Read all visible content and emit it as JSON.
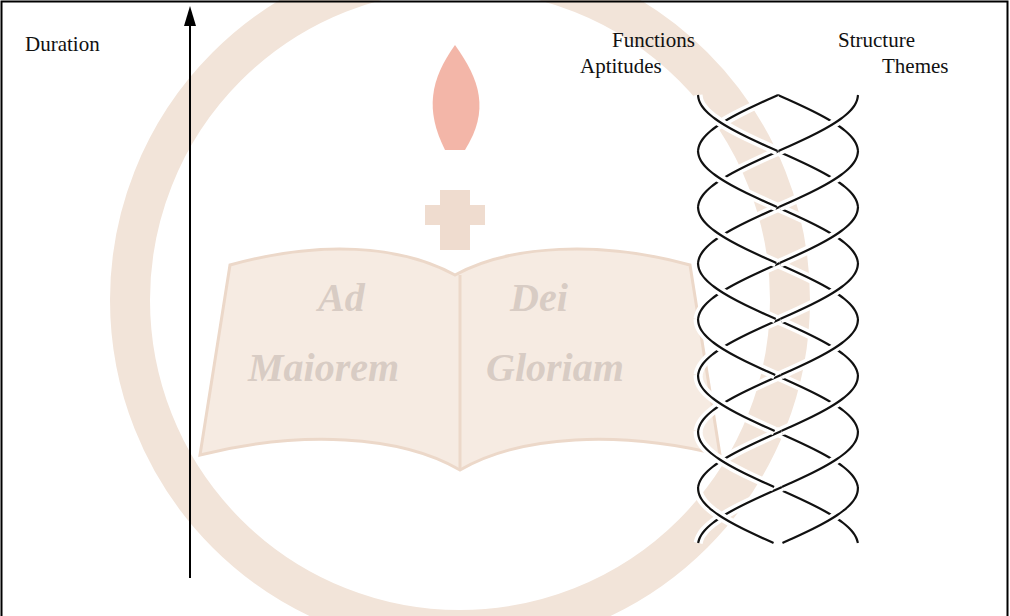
{
  "diagram": {
    "labels": [
      "Duration",
      "Functions",
      "Aptitudes",
      "Structure",
      "Themes",
      "Ad",
      "Dei",
      "Maiorem",
      "Gloriam"
    ]
  }
}
